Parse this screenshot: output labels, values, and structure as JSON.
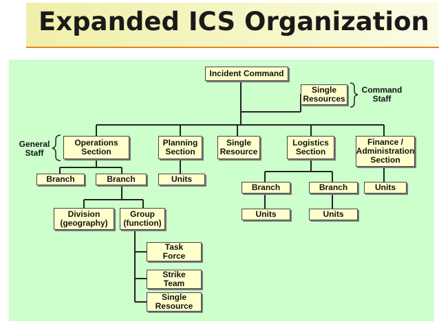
{
  "slide": {
    "title": "Expanded ICS Organization"
  },
  "chart": {
    "incident_command": "Incident Command",
    "single_resources_cmd": "Single\nResources",
    "command_staff_label": "Command\nStaff",
    "general_staff_label": "General\nStaff",
    "operations_section": "Operations\nSection",
    "planning_section": "Planning\nSection",
    "single_resource_section": "Single\nResource",
    "logistics_section": "Logistics\nSection",
    "finance_section": "Finance /\nAdministration\nSection",
    "ops_branch_1": "Branch",
    "ops_branch_2": "Branch",
    "planning_units": "Units",
    "log_branch_1": "Branch",
    "log_branch_2": "Branch",
    "finance_units": "Units",
    "log_units_1": "Units",
    "log_units_2": "Units",
    "division": "Division\n(geography)",
    "group": "Group\n(function)",
    "task_force": "Task\nForce",
    "strike_team": "Strike\nTeam",
    "single_resource_group": "Single\nResource"
  }
}
